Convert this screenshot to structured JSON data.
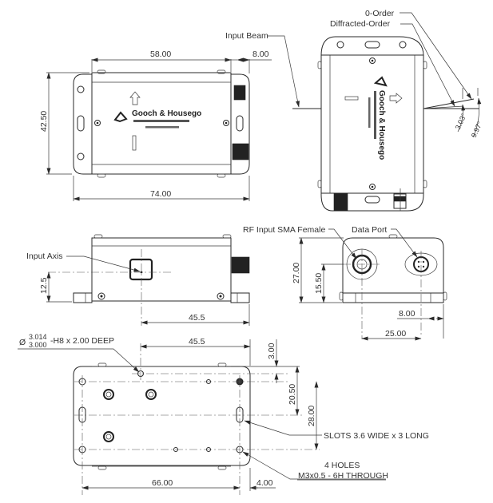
{
  "drawing": {
    "top_view": {
      "dim_length": "58.00",
      "dim_connector_offset": "8.00",
      "dim_height": "42.50",
      "dim_overall_length": "74.00",
      "brand_label": "Gooch & Housego"
    },
    "right_top_view": {
      "input_beam_label": "Input Beam",
      "zero_order_label": "0-Order",
      "diffracted_order_label": "Diffracted-Order",
      "angle_small": "3.03°",
      "angle_large": "9.97°",
      "brand_label": "Gooch & Housego"
    },
    "side_view": {
      "input_axis_label": "Input Axis",
      "dim_axis_height": "12.5",
      "dim_axis_offset": "45.5"
    },
    "end_view": {
      "rf_input_label": "RF Input SMA Female",
      "data_port_label": "Data Port",
      "dim_height": "27.00",
      "dim_rf_height": "15.50",
      "dim_data_offset": "8.00",
      "dim_rf_offset": "25.00"
    },
    "bottom_view": {
      "dowel_diameter_symbol": "Ø",
      "dowel_upper_tol": "3.014",
      "dowel_lower_tol": "3.000",
      "dowel_spec": "-H8 x 2.00 DEEP",
      "dim_dowel_offset": "45.5",
      "dim_dowel_from_edge": "3.00",
      "dim_slot_height": "20.50",
      "dim_hole_spacing_v": "28.00",
      "slots_label": "SLOTS 3.6 WIDE x 3 LONG",
      "holes_count_label": "4 HOLES",
      "holes_spec_label": "M3x0.5 - 6H THROUGH",
      "dim_hole_spacing_h": "66.00",
      "dim_edge_offset": "4.00"
    }
  }
}
